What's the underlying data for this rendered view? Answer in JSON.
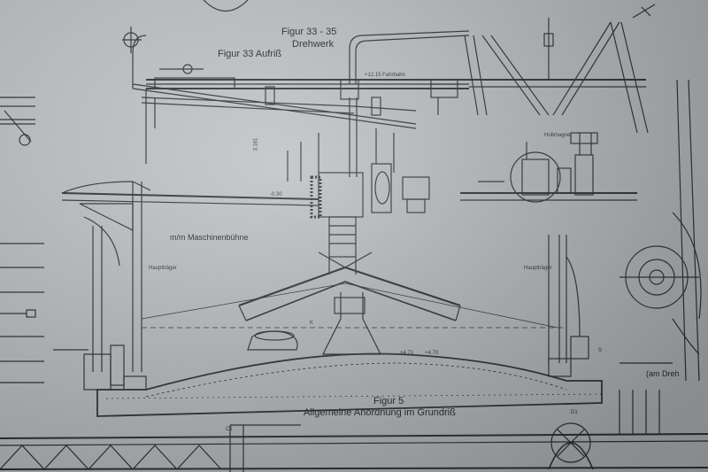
{
  "labels": {
    "figure_33_35": "Figur 33 - 35",
    "drehwerk": "Drehwerk",
    "figure_33_aufriss": "Figur 33 Aufriß",
    "machine_platform": "m/m Maschinenbühne",
    "figure_5": "Figur 5",
    "general_arrangement": "Allgemeine Anordnung im Grundriß",
    "am_dreh": "(am Dreh",
    "fahrbahn_level": "+12.15 Fahrbahn",
    "hubmagnet": "Hubmagnet",
    "hauptträger_left": "Hauptträger",
    "hauptträger_right": "Hauptträger",
    "dim_vertical": "3.161",
    "dim_minus_030": "-0.30",
    "dim_471": "+4.71",
    "dim_470": "+4.70",
    "point_c1": "C1",
    "point_d1": "D1",
    "point_s": "S",
    "point_k": "K"
  },
  "colors": {
    "plate": "#bfc2c4",
    "ink": "#2a2d30"
  }
}
